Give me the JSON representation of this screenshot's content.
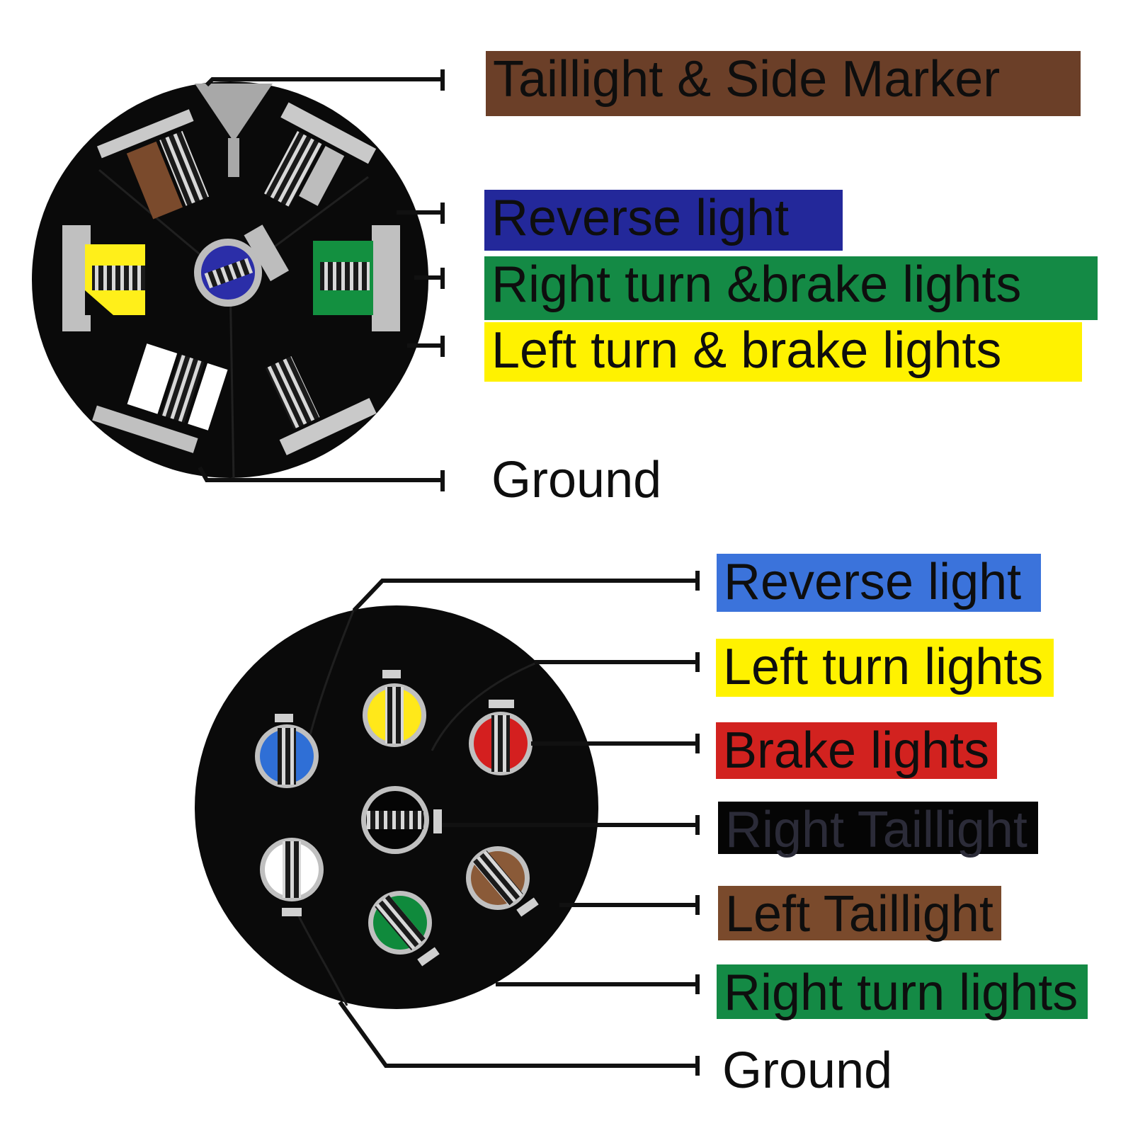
{
  "connector_6pin": {
    "labels": [
      {
        "text": "Taillight & Side Marker",
        "bg": "#6b3f28"
      },
      {
        "text": "Reverse light",
        "bg": "#23289a"
      },
      {
        "text": "Right turn &brake lights",
        "bg": "#148a45"
      },
      {
        "text": "Left turn & brake lights",
        "bg": "#fff200"
      },
      {
        "text": "Ground",
        "bg": ""
      }
    ],
    "pin_colors": {
      "brown": "#7a4a2c",
      "blue": "#2b2ea8",
      "green": "#139040",
      "yellow": "#ffef1a",
      "white": "#ffffff",
      "gray": "#a8a8a8"
    }
  },
  "connector_7pin": {
    "labels": [
      {
        "text": "Reverse light",
        "bg": "#3b73db"
      },
      {
        "text": "Left turn lights",
        "bg": "#fff200"
      },
      {
        "text": "Brake lights",
        "bg": "#d2221f"
      },
      {
        "text": "Right Taillight",
        "bg": "#050505"
      },
      {
        "text": "Left Taillight",
        "bg": "#7a4a2c"
      },
      {
        "text": "Right turn lights",
        "bg": "#148a45"
      },
      {
        "text": "Ground",
        "bg": ""
      }
    ],
    "pin_colors": {
      "blue": "#2f6fd6",
      "yellow": "#ffe81a",
      "red": "#d41f1f",
      "black": "#050505",
      "brown": "#8a5a38",
      "green": "#0f8a3c",
      "white": "#ffffff"
    }
  }
}
